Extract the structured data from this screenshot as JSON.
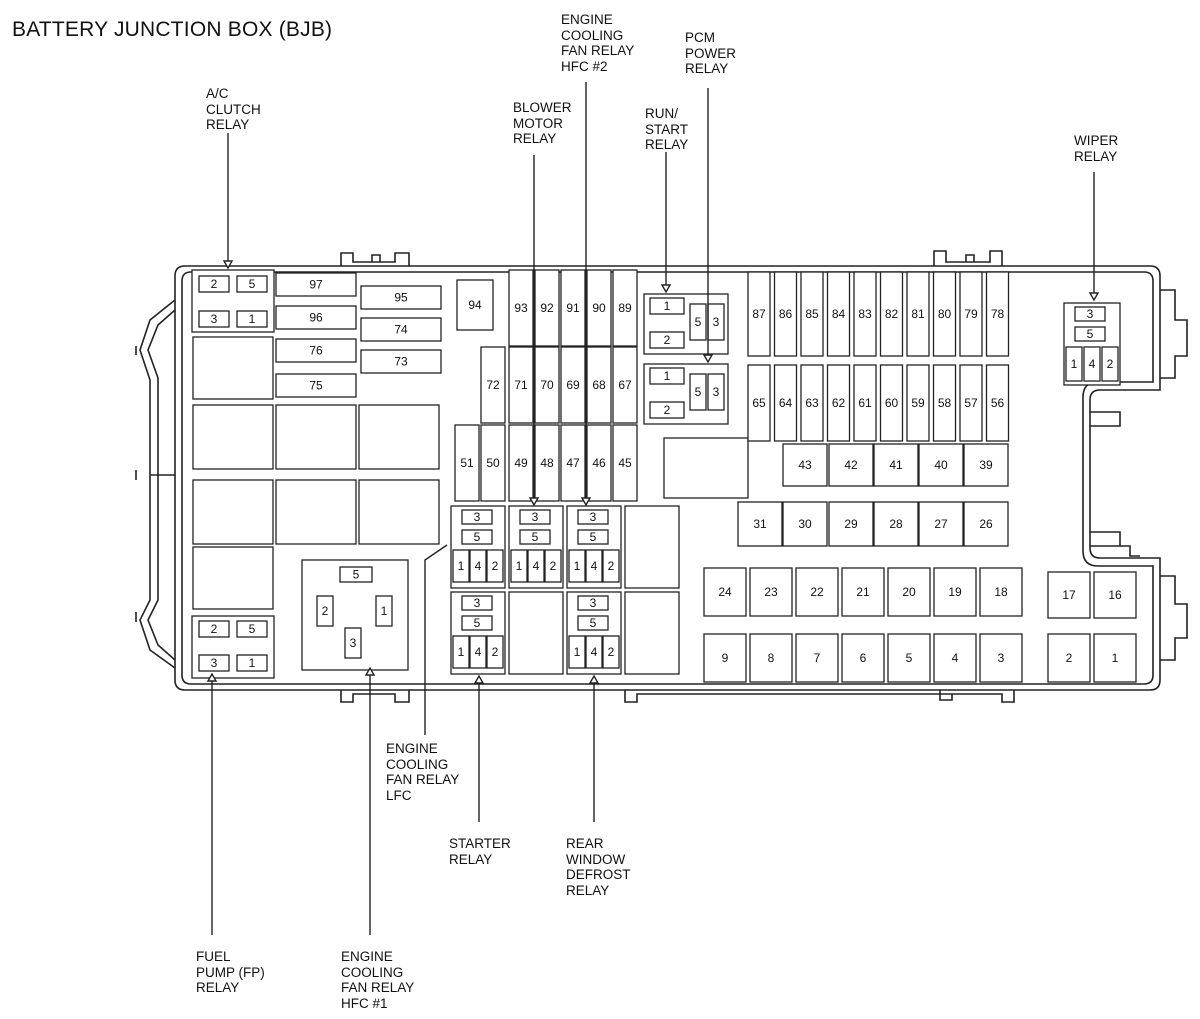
{
  "title": "BATTERY JUNCTION BOX (BJB)",
  "callouts": {
    "ac_clutch_relay": "A/C\nCLUTCH\nRELAY",
    "blower_motor_relay": "BLOWER\nMOTOR\nRELAY",
    "engine_cooling_fan_relay_hfc2": "ENGINE\nCOOLING\nFAN RELAY\nHFC #2",
    "run_start_relay": "RUN/\nSTART\nRELAY",
    "pcm_power_relay": "PCM\nPOWER\nRELAY",
    "wiper_relay": "WIPER\nRELAY",
    "engine_cooling_fan_relay_lfc": "ENGINE\nCOOLING\nFAN RELAY\nLFC",
    "starter_relay": "STARTER\nRELAY",
    "rear_window_defrost_relay": "REAR\nWINDOW\nDEFROST\nRELAY",
    "fuel_pump_relay": "FUEL\nPUMP (FP)\nRELAY",
    "engine_cooling_fan_relay_hfc1": "ENGINE\nCOOLING\nFAN RELAY\nHFC #1"
  },
  "fuses": {
    "left_mini": [
      "97",
      "96",
      "76",
      "75",
      "95",
      "74",
      "73",
      "94"
    ],
    "tall_row": [
      "93",
      "92",
      "91",
      "90",
      "89"
    ],
    "mid_row": [
      "72",
      "71",
      "70",
      "69",
      "68",
      "67"
    ],
    "low_row": [
      "51",
      "50",
      "49",
      "48",
      "47",
      "46",
      "45"
    ],
    "upper_right": [
      "87",
      "86",
      "85",
      "84",
      "83",
      "82",
      "81",
      "80",
      "79",
      "78"
    ],
    "mid_right": [
      "65",
      "64",
      "63",
      "62",
      "61",
      "60",
      "59",
      "58",
      "57",
      "56"
    ],
    "row_43": [
      "43",
      "42",
      "41",
      "40",
      "39"
    ],
    "row_31": [
      "31",
      "30",
      "29",
      "28",
      "27",
      "26"
    ],
    "row_24": [
      "24",
      "23",
      "22",
      "21",
      "20",
      "19",
      "18"
    ],
    "row_9": [
      "9",
      "8",
      "7",
      "6",
      "5",
      "4",
      "3"
    ],
    "side": [
      "17",
      "16",
      "2",
      "1"
    ]
  },
  "relay_pins": [
    "1",
    "2",
    "3",
    "4",
    "5"
  ]
}
